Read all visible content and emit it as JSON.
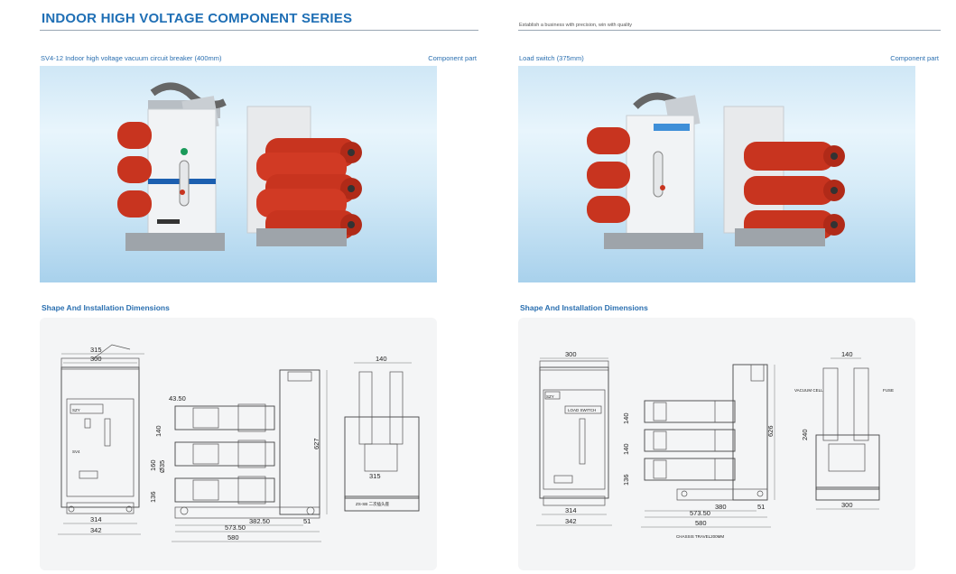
{
  "left_page": {
    "title": "INDOOR HIGH VOLTAGE COMPONENT SERIES",
    "product_caption": "SV4-12 Indoor high voltage vacuum circuit breaker (400mm)",
    "component_label": "Component part",
    "section_title": "Shape And Installation Dimensions",
    "panel_label": "SV4",
    "panel_brand": "SZY",
    "base_label": "ZS-SB 二次插头座",
    "dims": {
      "d315_top": "315",
      "d300": "300",
      "d314": "314",
      "d342": "342",
      "d4350": "43.50",
      "d140": "140",
      "d160": "160",
      "d35": "Ø35",
      "d136": "136",
      "d38250": "382.50",
      "d51": "51",
      "d57350": "573.50",
      "d580": "580",
      "d627": "627",
      "d140_side": "140",
      "d315_side": "315"
    }
  },
  "right_page": {
    "tagline": "Establish a business with precision, win with quality",
    "product_caption": "Load switch (375mm)",
    "component_label": "Component part",
    "section_title": "Shape And Installation Dimensions",
    "panel_label": "LOAD SWITCH",
    "panel_brand": "SZY",
    "dims": {
      "d300": "300",
      "d314": "314",
      "d342": "342",
      "d140a": "140",
      "d140b": "140",
      "d136": "136",
      "d380": "380",
      "d51": "51",
      "d57350": "573.50",
      "d580": "580",
      "d626": "626",
      "d140_side": "140",
      "d240": "240",
      "d300_side": "300",
      "chassis": "CHASSIS TRAVEL200MM",
      "vacuum_cell": "VACUUM CELL",
      "fuse": "FUSE"
    }
  },
  "colors": {
    "accent": "#1f6fb5",
    "insulator_red": "#c8341f",
    "photo_bg": "#cfe7f6"
  }
}
